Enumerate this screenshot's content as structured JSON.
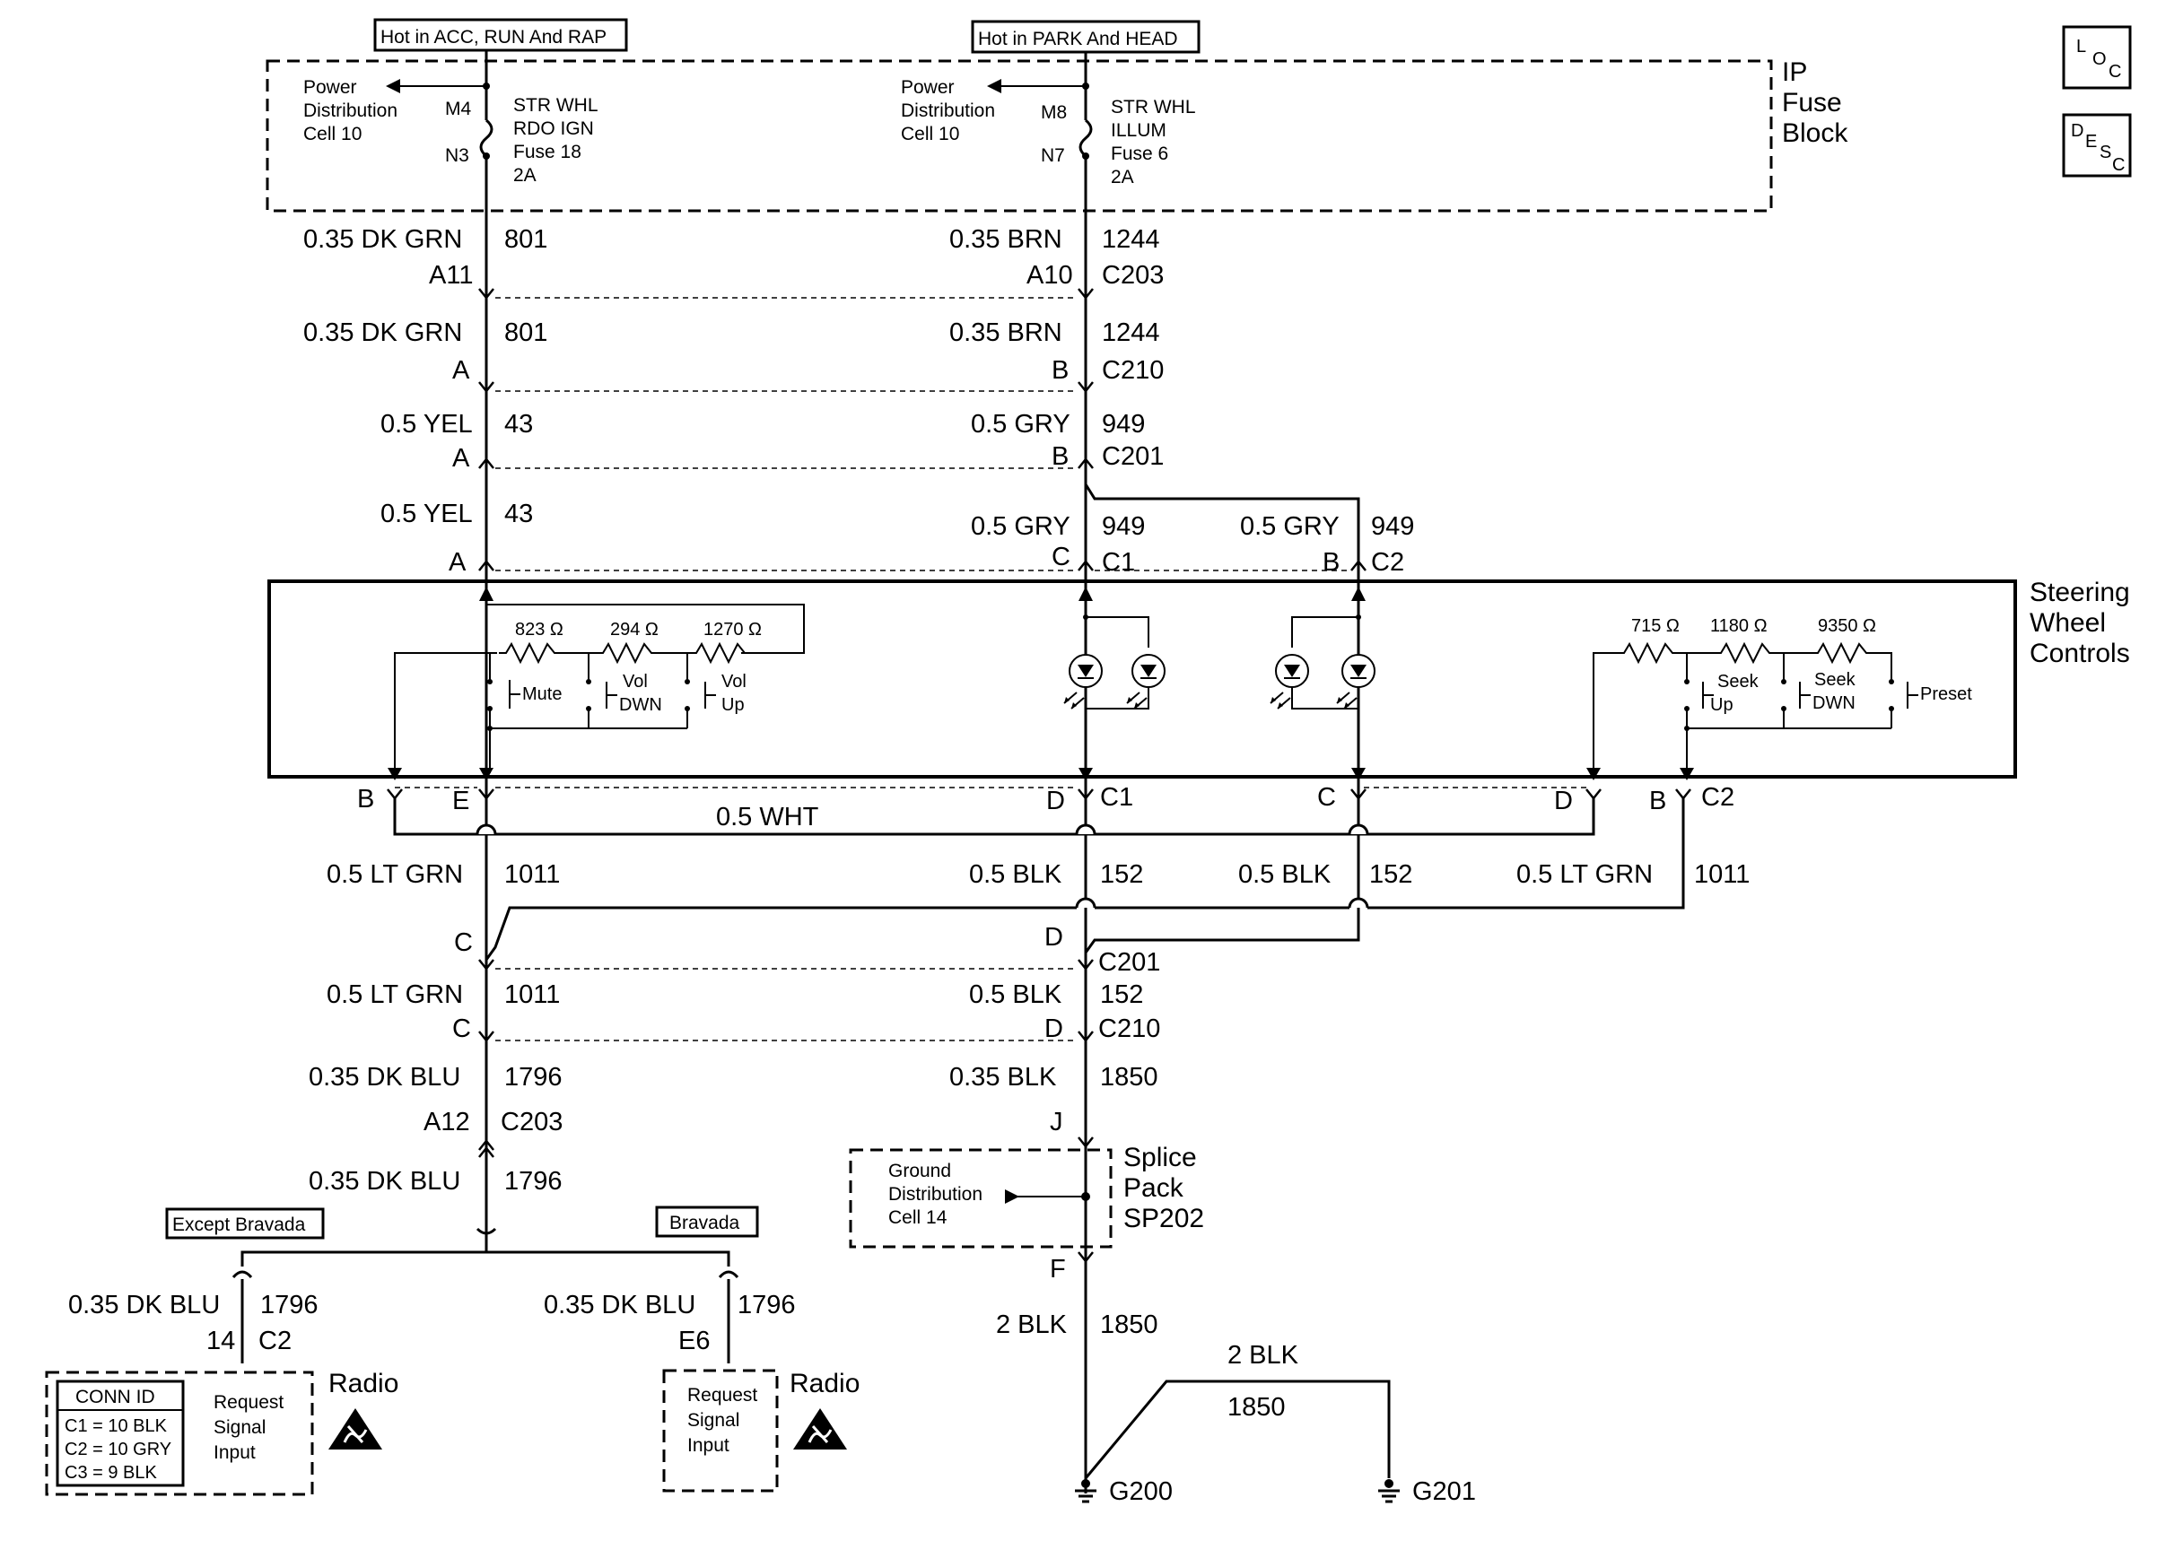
{
  "legend_icons": {
    "loc": [
      "L",
      "O",
      "C"
    ],
    "desc": [
      "D",
      "E",
      "S",
      "C"
    ]
  },
  "ip_fuse_block": {
    "name_lines": [
      "IP",
      "Fuse",
      "Block"
    ],
    "left": {
      "hot_label": "Hot in ACC, RUN And RAP",
      "power_dist": [
        "Power",
        "Distribution",
        "Cell 10"
      ],
      "pin_top": "M4",
      "pin_bottom": "N3",
      "fuse_lines": [
        "STR WHL",
        "RDO IGN",
        "Fuse 18",
        "2A"
      ]
    },
    "right": {
      "hot_label": "Hot in PARK And HEAD",
      "power_dist": [
        "Power",
        "Distribution",
        "Cell 10"
      ],
      "pin_top": "M8",
      "pin_bottom": "N7",
      "fuse_lines": [
        "STR WHL",
        "ILLUM",
        "Fuse 6",
        "2A"
      ]
    }
  },
  "left_column": {
    "w1": {
      "wire": "0.35 DK GRN",
      "circuit": "801"
    },
    "c203_pin": "A11",
    "w2": {
      "wire": "0.35 DK GRN",
      "circuit": "801"
    },
    "c210_pin": "A",
    "w3": {
      "wire": "0.5 YEL",
      "circuit": "43"
    },
    "c201_pin": "A",
    "w4": {
      "wire": "0.5 YEL",
      "circuit": "43"
    },
    "c1_pin": "A"
  },
  "right_column": {
    "w1": {
      "wire": "0.35 BRN",
      "circuit": "1244"
    },
    "c203": {
      "pin": "A10",
      "name": "C203"
    },
    "w2": {
      "wire": "0.35 BRN",
      "circuit": "1244"
    },
    "c210": {
      "pin": "B",
      "name": "C210"
    },
    "w3": {
      "wire": "0.5 GRY",
      "circuit": "949"
    },
    "c201": {
      "pin": "B",
      "name": "C201"
    },
    "w4": {
      "wire": "0.5 GRY",
      "circuit": "949"
    },
    "c1": {
      "pin": "C",
      "name": "C1"
    },
    "w5": {
      "wire": "0.5 GRY",
      "circuit": "949"
    },
    "c2": {
      "pin": "B",
      "name": "C2"
    }
  },
  "steering_wheel_controls": {
    "name_lines": [
      "Steering",
      "Wheel",
      "Controls"
    ],
    "left_resistors": [
      "823 Ω",
      "294 Ω",
      "1270 Ω"
    ],
    "left_switches": {
      "mute": "Mute",
      "vol_dwn": [
        "Vol",
        "DWN"
      ],
      "vol_up": [
        "Vol",
        "Up"
      ]
    },
    "right_resistors": [
      "715 Ω",
      "1180 Ω",
      "9350 Ω"
    ],
    "right_switches": {
      "seek_up": [
        "Seek",
        "Up"
      ],
      "seek_dwn": [
        "Seek",
        "DWN"
      ],
      "preset": "Preset"
    }
  },
  "bottom_pins": {
    "b_left": "B",
    "e": "E",
    "d_c1": "D",
    "c1": "C1",
    "c_c2": "C",
    "d_c2": "D",
    "b_c2": "B",
    "c2": "C2"
  },
  "wht_wire": "0.5 WHT",
  "lower": {
    "ltgrn_left": {
      "wire": "0.5 LT GRN",
      "circuit": "1011"
    },
    "blk_mid": {
      "wire": "0.5 BLK",
      "circuit": "152"
    },
    "blk_right": {
      "wire": "0.5 BLK",
      "circuit": "152"
    },
    "ltgrn_right": {
      "wire": "0.5 LT GRN",
      "circuit": "1011"
    },
    "c201": {
      "pin_left": "C",
      "pin_right": "D",
      "name": "C201"
    },
    "ltgrn_left2": {
      "wire": "0.5 LT GRN",
      "circuit": "1011"
    },
    "blk_mid2": {
      "wire": "0.5 BLK",
      "circuit": "152"
    },
    "c210": {
      "pin_left": "C",
      "pin_right": "D",
      "name": "C210"
    },
    "dkblu": {
      "wire": "0.35 DK BLU",
      "circuit": "1796"
    },
    "blk_1850": {
      "wire": "0.35 BLK",
      "circuit": "1850"
    },
    "c203": {
      "pin": "A12",
      "name": "C203"
    },
    "sp_pin_j": "J",
    "dkblu2": {
      "wire": "0.35 DK BLU",
      "circuit": "1796"
    }
  },
  "splice_pack": {
    "name_lines": [
      "Splice",
      "Pack",
      "SP202"
    ],
    "ground_dist": [
      "Ground",
      "Distribution",
      "Cell 14"
    ],
    "pin_f": "F"
  },
  "radio_except": {
    "option": "Except Bravada",
    "wire": "0.35 DK BLU",
    "circuit": "1796",
    "pin": "14",
    "conn": "C2",
    "conn_id_title": "CONN ID",
    "conn_ids": [
      "C1 = 10 BLK",
      "C2 = 10 GRY",
      "C3 = 9 BLK"
    ],
    "signal": [
      "Request",
      "Signal",
      "Input"
    ],
    "name": "Radio"
  },
  "radio_bravada": {
    "option": "Bravada",
    "wire": "0.35 DK BLU",
    "circuit": "1796",
    "pin": "E6",
    "signal": [
      "Request",
      "Signal",
      "Input"
    ],
    "name": "Radio"
  },
  "ground": {
    "wire1": {
      "wire": "2 BLK",
      "circuit": "1850"
    },
    "wire2": {
      "wire": "2 BLK",
      "circuit": "1850"
    },
    "g200": "G200",
    "g201": "G201"
  }
}
